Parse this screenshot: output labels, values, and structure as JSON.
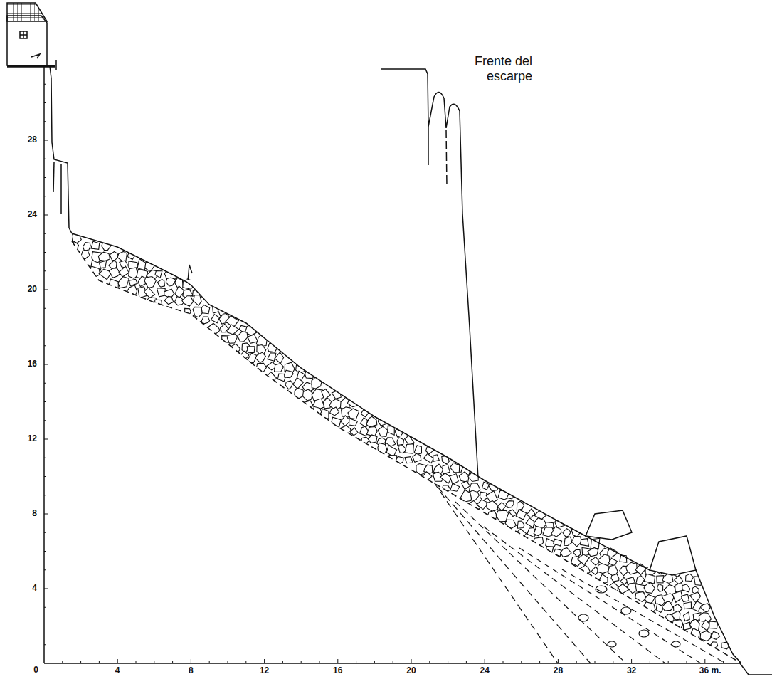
{
  "diagram": {
    "labels": [
      "Frente del escarpe",
      "28",
      "24",
      "20",
      "16",
      "12",
      "8",
      "4",
      "0",
      "4",
      "8",
      "12",
      "16",
      "20",
      "24",
      "28",
      "32",
      "36 m."
    ]
  }
}
